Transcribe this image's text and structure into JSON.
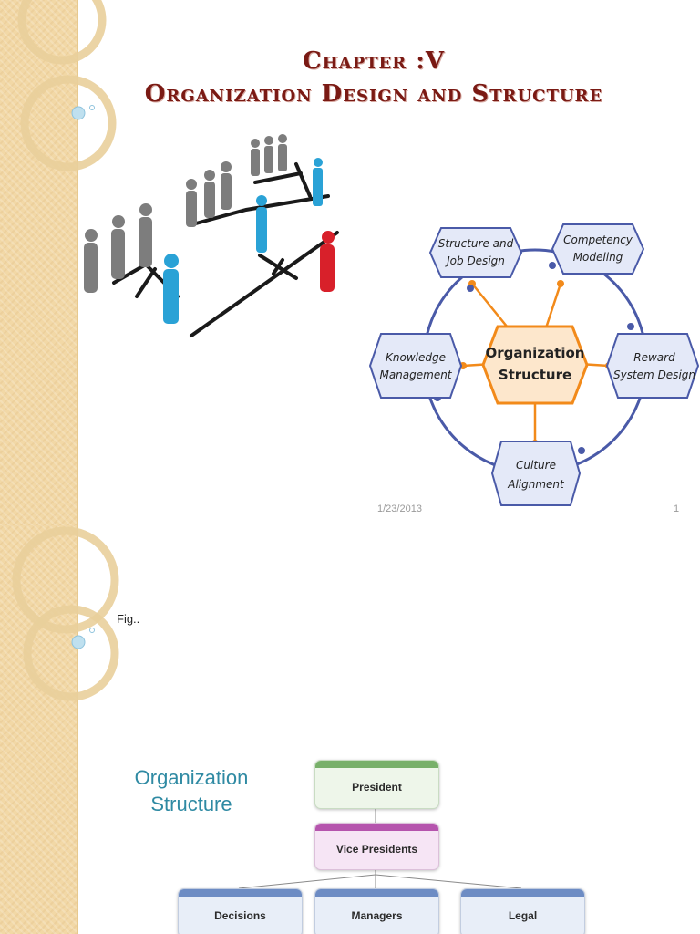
{
  "slide1": {
    "title_line1": "Chapter :V",
    "title_line2": "Organization Design and Structure",
    "diagram": {
      "center": [
        "Organization",
        "Structure"
      ],
      "top_left": [
        "Structure and",
        "Job Design"
      ],
      "top_right": [
        "Competency",
        "Modeling"
      ],
      "left": [
        "Knowledge",
        "Management"
      ],
      "right": [
        "Reward",
        "System Design"
      ],
      "bottom": [
        "Culture",
        "Alignment"
      ]
    },
    "footer_date": "1/23/2013",
    "page_number": "1",
    "colors": {
      "title": "#7a1a14",
      "accent": "#f28a1a",
      "hex_border": "#4a5aa8"
    }
  },
  "slide2": {
    "fig_label": "Fig..",
    "heading_line1": "Organization",
    "heading_line2": "Structure",
    "chart": {
      "president": "President",
      "vice_presidents": "Vice Presidents",
      "children": [
        "Decisions",
        "Managers",
        "Legal"
      ]
    }
  }
}
